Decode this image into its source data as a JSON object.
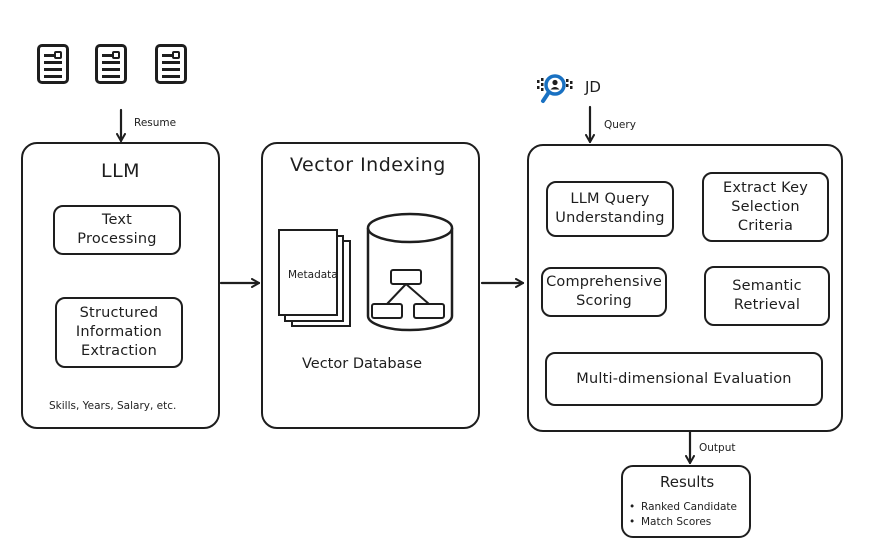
{
  "resume_label": "Resume",
  "jd_label": "JD",
  "query_label": "Query",
  "output_label": "Output",
  "llm_panel": {
    "title": "LLM",
    "text_processing": "Text\nProcessing",
    "structured_extraction": "Structured\nInformation\nExtraction",
    "extracted_fields": "Skills, Years, Salary, etc."
  },
  "vector_panel": {
    "title": "Vector Indexing",
    "metadata": "Metadata",
    "database_label": "Vector Database"
  },
  "retrieval_panel": {
    "query_understanding": "LLM Query\nUnderstanding",
    "extract_criteria": "Extract Key\nSelection\nCriteria",
    "semantic_retrieval": "Semantic\nRetrieval",
    "comprehensive_scoring": "Comprehensive\nScoring",
    "evaluation": "Multi-dimensional Evaluation"
  },
  "results": {
    "title": "Results",
    "items": [
      "Ranked Candidate",
      "Match Scores"
    ]
  },
  "icons": [
    "resume-document-icon",
    "jd-search-person-icon",
    "database-cylinder-icon"
  ],
  "colors": {
    "stroke": "#1e1e1e",
    "jd_icon_blue": "#1971c2",
    "background": "#ffffff"
  }
}
